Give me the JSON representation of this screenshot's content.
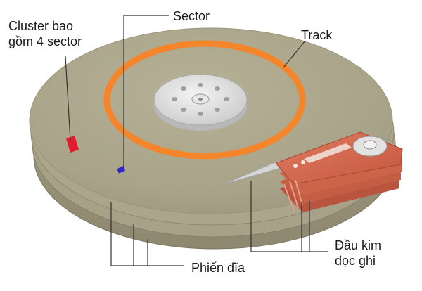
{
  "labels": {
    "cluster": [
      "Cluster bao",
      "gồm 4 sector"
    ],
    "sector": "Sector",
    "track": "Track",
    "head": [
      "Đầu kim",
      "đọc ghi"
    ],
    "platter": "Phiến đĩa"
  },
  "colors": {
    "platter": "#aaa58b",
    "platter_top": "#a9a489",
    "track_ring": "#f4852a",
    "cluster_mark": "#e21c2c",
    "sector_mark": "#2e26c8",
    "arm": "#d2674f",
    "spindle": "#dcdcdc",
    "head_needle": "#cfcfcf"
  }
}
